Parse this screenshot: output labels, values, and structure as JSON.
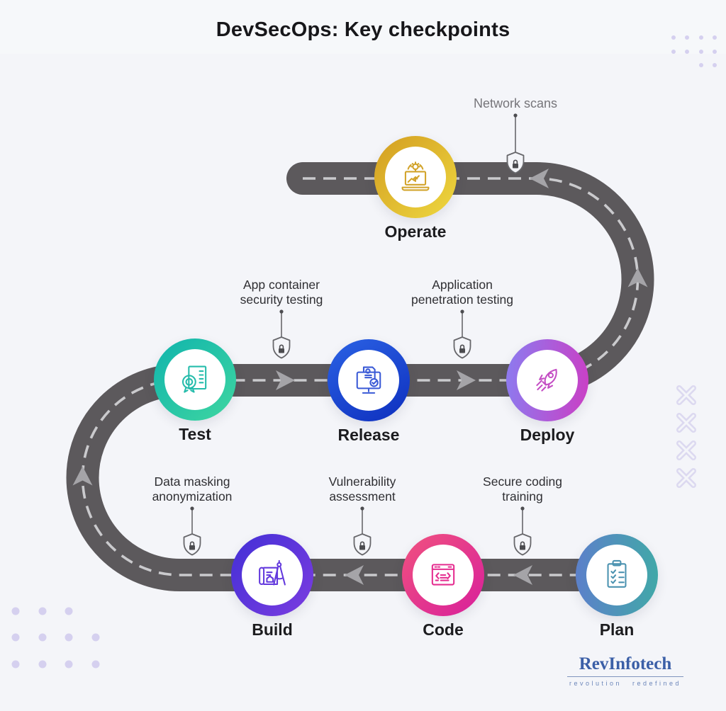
{
  "title": "DevSecOps: Key checkpoints",
  "nodes": [
    {
      "id": "operate",
      "label": "Operate",
      "icon": "laptop-analytics-gear-icon",
      "ring_from": "#d39d21",
      "ring_to": "#eed83f",
      "ring_angle": "135deg",
      "icon_color": "#d2a32a"
    },
    {
      "id": "test",
      "label": "Test",
      "icon": "document-gear-badge-icon",
      "ring_from": "#10b4ad",
      "ring_to": "#3fd6a0",
      "ring_angle": "135deg",
      "icon_color": "#25bcab"
    },
    {
      "id": "release",
      "label": "Release",
      "icon": "monitor-document-check-icon",
      "ring_from": "#2b62e4",
      "ring_to": "#0e2fbe",
      "ring_angle": "150deg",
      "icon_color": "#3a5ad6"
    },
    {
      "id": "deploy",
      "label": "Deploy",
      "icon": "rocket-icon",
      "ring_from": "#8b7cf0",
      "ring_to": "#cb3ec4",
      "ring_angle": "95deg",
      "icon_color": "#c44ec4"
    },
    {
      "id": "build",
      "label": "Build",
      "icon": "blueprint-compass-icon",
      "ring_from": "#4330d6",
      "ring_to": "#7b3ce0",
      "ring_angle": "130deg",
      "icon_color": "#6339dd"
    },
    {
      "id": "code",
      "label": "Code",
      "icon": "code-window-icon",
      "ring_from": "#f0527f",
      "ring_to": "#d81f9b",
      "ring_angle": "135deg",
      "icon_color": "#e52e90"
    },
    {
      "id": "plan",
      "label": "Plan",
      "icon": "clipboard-checklist-icon",
      "ring_from": "#5c80ca",
      "ring_to": "#41a8a8",
      "ring_angle": "90deg",
      "icon_color": "#4b92b0"
    }
  ],
  "checkpoints": [
    {
      "id": "network-scans",
      "lines": [
        "Network scans"
      ],
      "icon": "shield-lock-icon"
    },
    {
      "id": "app-container-security-testing",
      "lines": [
        "App container",
        "security testing"
      ],
      "icon": "shield-lock-icon"
    },
    {
      "id": "application-penetration-testing",
      "lines": [
        "Application",
        "penetration testing"
      ],
      "icon": "shield-lock-icon"
    },
    {
      "id": "data-masking-anonymization",
      "lines": [
        "Data masking",
        "anonymization"
      ],
      "icon": "shield-lock-icon"
    },
    {
      "id": "vulnerability-assessment",
      "lines": [
        "Vulnerability",
        "assessment"
      ],
      "icon": "shield-lock-icon"
    },
    {
      "id": "secure-coding-training",
      "lines": [
        "Secure coding",
        "training"
      ],
      "icon": "shield-lock-icon"
    }
  ],
  "logo": {
    "name": "RevInfotech",
    "tagline": "revolution redefined"
  },
  "colors": {
    "background": "#f4f5f9",
    "road": "#5c595c",
    "road_dash": "#cacacd",
    "road_arrow": "#a5a4a8",
    "title_text": "#17171a",
    "node_label": "#1c1c1f",
    "checkpoint_text": "#2f2f33",
    "checkpoint_muted_text": "#76757a",
    "shield": "#67676b",
    "logo_blue": "#3b5fa7",
    "decor_dot": "#d5d0ef",
    "decor_cross": "#dcd9f0"
  }
}
